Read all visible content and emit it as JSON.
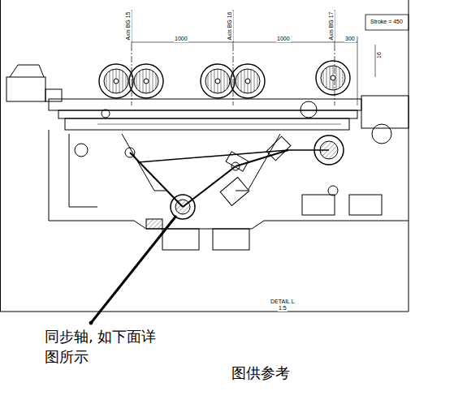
{
  "diagram": {
    "labels": [
      "Axis BG 15",
      "Axis BG 16",
      "Axis BG 17",
      "1000",
      "1000",
      "300",
      "Stroke = 450",
      "16",
      "DETAIL L",
      "1:5",
      "同步轴, 如下面详图所示",
      "图供参考"
    ]
  }
}
